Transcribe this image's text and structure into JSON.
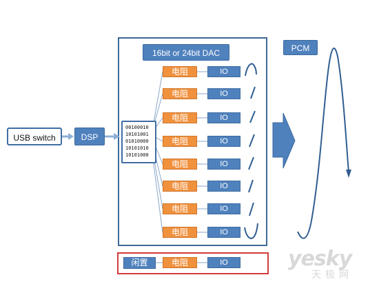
{
  "usb_switch": {
    "label": "USB switch"
  },
  "dsp": {
    "label": "DSP"
  },
  "dac": {
    "title": "16bit or 24bit DAC"
  },
  "pcm": {
    "label": "PCM"
  },
  "binary_lines": [
    "00100010",
    "10101001",
    "01010000",
    "10101010",
    "10101000"
  ],
  "channels": [
    {
      "resistor": "电阻",
      "io": "IO"
    },
    {
      "resistor": "电阻",
      "io": "IO"
    },
    {
      "resistor": "电阻",
      "io": "IO"
    },
    {
      "resistor": "电阻",
      "io": "IO"
    },
    {
      "resistor": "电阻",
      "io": "IO"
    },
    {
      "resistor": "电阻",
      "io": "IO"
    },
    {
      "resistor": "电阻",
      "io": "IO"
    },
    {
      "resistor": "电阻",
      "io": "IO"
    }
  ],
  "idle_row": {
    "idle_label": "闲置",
    "resistor": "电阻",
    "io": "IO"
  },
  "watermark": {
    "main": "yesky",
    "sub": "天极网"
  },
  "colors": {
    "blue_fill": "#4f81bd",
    "orange_fill": "#f0913e",
    "frame_blue": "#3c6897",
    "idle_border": "#d23b3b"
  }
}
